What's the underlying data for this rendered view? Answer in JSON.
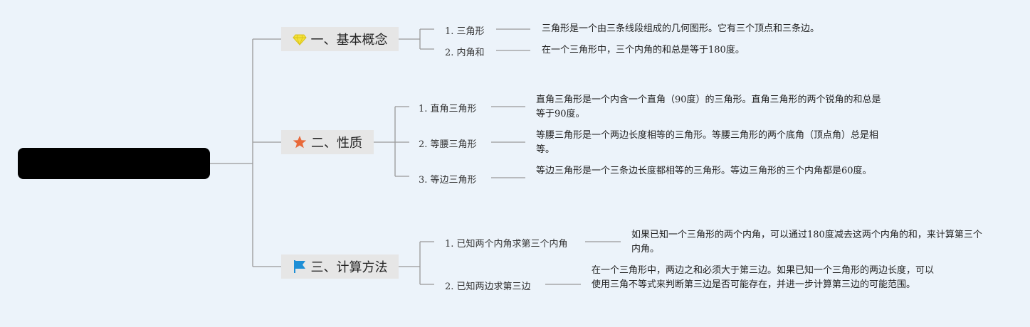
{
  "root": {
    "title": ""
  },
  "branches": [
    {
      "label": "一、基本概念",
      "icon": "gem-icon",
      "items": [
        {
          "label": "1. 三角形",
          "text": "三角形是一个由三条线段组成的几何图形。它有三个顶点和三条边。"
        },
        {
          "label": "2. 内角和",
          "text": "在一个三角形中，三个内角的和总是等于180度。"
        }
      ]
    },
    {
      "label": "二、性质",
      "icon": "star-icon",
      "items": [
        {
          "label": "1. 直角三角形",
          "text": "直角三角形是一个内含一个直角（90度）的三角形。直角三角形的两个锐角的和总是等于90度。"
        },
        {
          "label": "2. 等腰三角形",
          "text": "等腰三角形是一个两边长度相等的三角形。等腰三角形的两个底角（顶点角）总是相等。"
        },
        {
          "label": "3. 等边三角形",
          "text": "等边三角形是一个三条边长度都相等的三角形。等边三角形的三个内角都是60度。"
        }
      ]
    },
    {
      "label": "三、计算方法",
      "icon": "flag-icon",
      "items": [
        {
          "label": "1. 已知两个内角求第三个内角",
          "text": "如果已知一个三角形的两个内角，可以通过180度减去这两个内角的和，来计算第三个内角。"
        },
        {
          "label": "2. 已知两边求第三边",
          "text": "在一个三角形中，两边之和必须大于第三边。如果已知一个三角形的两边长度，可以使用三角不等式来判断第三边是否可能存在，并进一步计算第三边的可能范围。"
        }
      ]
    }
  ],
  "colors": {
    "line": "#999999",
    "gem": "#f4e13a",
    "star": "#e8693a",
    "flag": "#1e8fd6"
  }
}
